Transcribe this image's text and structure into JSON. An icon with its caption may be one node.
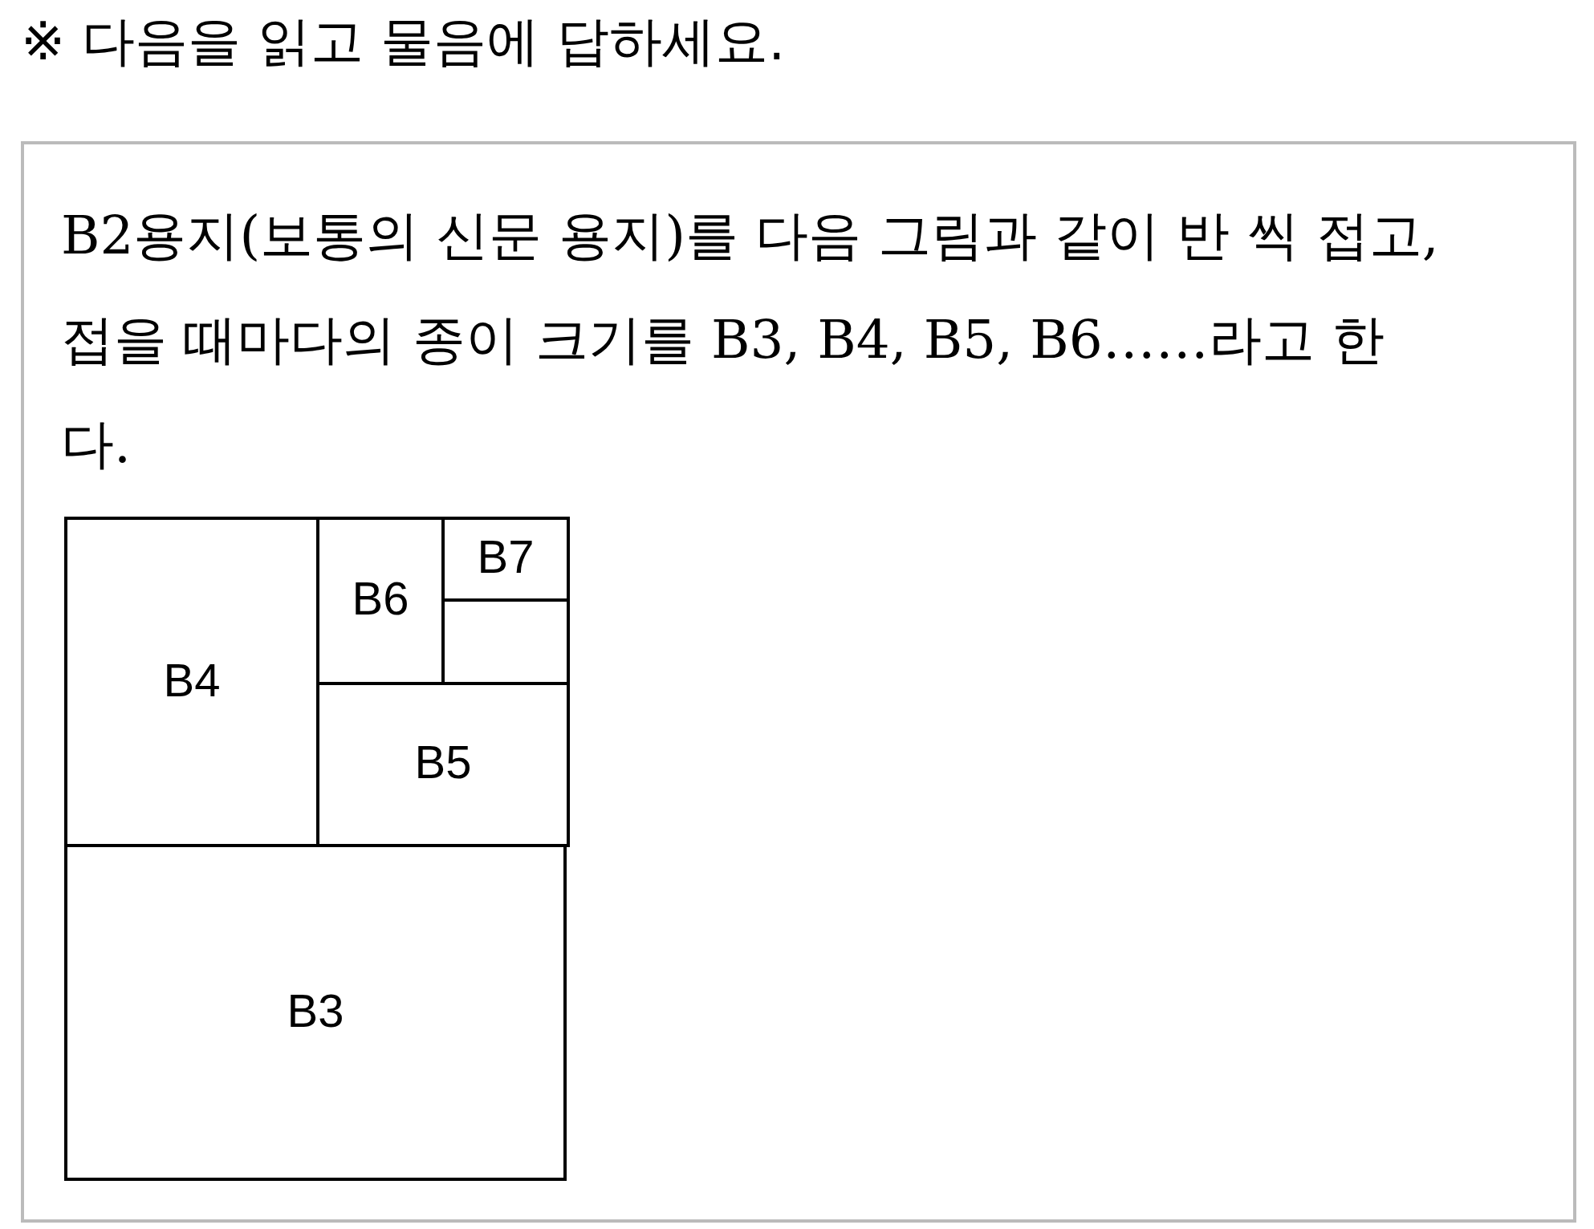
{
  "diagram": {
    "title": "※ 다음을 읽고 물음에 답하세요.",
    "nodes": [
      {
        "text": [
          "B2용지(보통의 신문 용지)를 다음 그림과 같이 반 씩 접고, 접을 때마다의 종이 크기를 B3, B4, B5, B6……라고 한다."
        ]
      },
      {
        "text": [],
        "shape": "box",
        "in": 0
      },
      {
        "text": [
          "B4"
        ],
        "in": 1
      },
      {
        "text": [
          "B6"
        ],
        "in": 1
      },
      {
        "text": [
          "B7"
        ],
        "in": 1
      },
      {
        "text": [],
        "shape": "box",
        "in": 1
      },
      {
        "text": [
          "B5"
        ],
        "in": 1
      },
      {
        "text": [
          "B3"
        ],
        "in": 1
      }
    ],
    "edges": []
  }
}
